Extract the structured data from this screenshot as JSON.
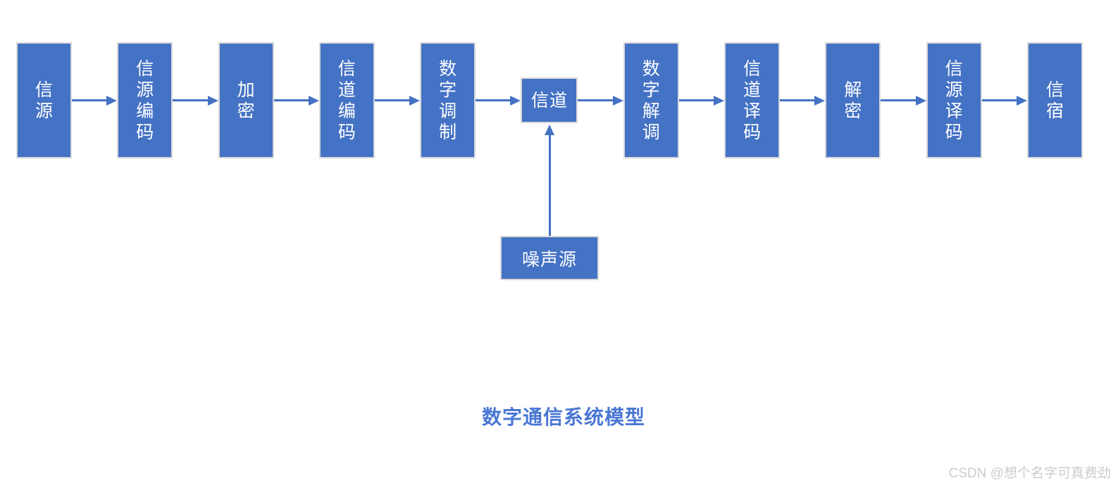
{
  "diagram": {
    "title": "数字通信系统模型",
    "flow_nodes": [
      {
        "label": "信源",
        "vertical": true,
        "small": false
      },
      {
        "label": "信源编码",
        "vertical": true,
        "small": false
      },
      {
        "label": "加密",
        "vertical": true,
        "small": false
      },
      {
        "label": "信道编码",
        "vertical": true,
        "small": false
      },
      {
        "label": "数字调制",
        "vertical": true,
        "small": false
      },
      {
        "label": "信道",
        "vertical": false,
        "small": true
      },
      {
        "label": "数字解调",
        "vertical": true,
        "small": false
      },
      {
        "label": "信道译码",
        "vertical": true,
        "small": false
      },
      {
        "label": "解密",
        "vertical": true,
        "small": false
      },
      {
        "label": "信源译码",
        "vertical": true,
        "small": false
      },
      {
        "label": "信宿",
        "vertical": true,
        "small": false
      }
    ],
    "noise_node": {
      "label": "噪声源"
    },
    "colors": {
      "box_fill": "#4472c4",
      "box_border": "#d9d9d9",
      "arrow": "#4472c4",
      "box_text": "#ffffff",
      "title_text": "#4a77d4",
      "watermark_text": "#cccccc"
    }
  },
  "watermark": {
    "text": "CSDN @想个名字可真费劲"
  }
}
